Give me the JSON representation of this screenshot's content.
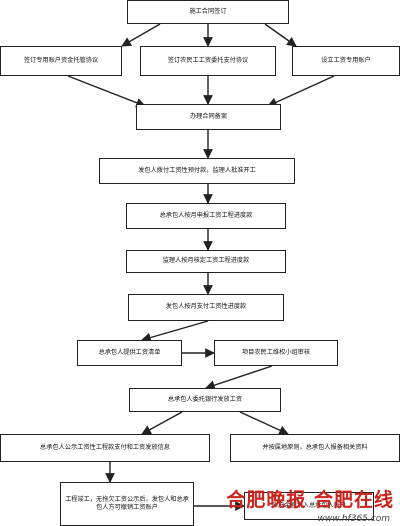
{
  "nodes": {
    "n1": "施工合同签订",
    "n2a": "签订专用账户资金托管协议",
    "n2b": "签订农民工工资委托支付协议",
    "n2c": "设立工资专用账户",
    "n3": "办理合同备案",
    "n4": "发包人拨付工资性预付款，监理人批准开工",
    "n5": "总承包人按月申报工资工程进度款",
    "n6": "监理人按月核定工资工程进度款",
    "n7": "发包人按月支付工资性进度款",
    "n8a": "总承包人提供工资清单",
    "n8b": "项目农民工维权小组审核",
    "n9": "总承包人委托银行发放工资",
    "n10a": "总承包人公示工资性工程款支付和工资发放信息",
    "n10b": "并按属地原则，总承包人报备相关资料",
    "n11a": "工程竣工，无拖欠工资公示后，发包人和总承包人方可撤销工资账户",
    "n11b": "账户余额划入总承包人账户"
  },
  "watermark": {
    "logo_text": "合肥晚报 合肥在线",
    "url": "www.hf365.com"
  },
  "colors": {
    "line": "#222222",
    "border": "#222222",
    "watermark": "#c8231d"
  }
}
